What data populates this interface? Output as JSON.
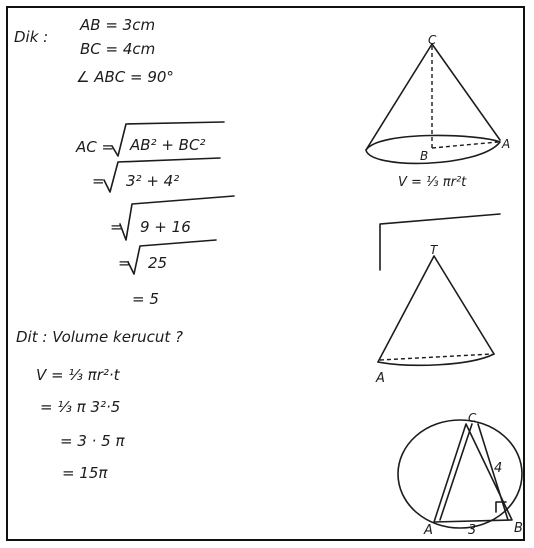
{
  "given": {
    "label": "Dik :",
    "ab": "AB = 3cm",
    "bc": "BC = 4cm",
    "angle": "∠ ABC = 90°"
  },
  "solution": {
    "ac_prefix": "AC =",
    "ac_radicand": "AB² + BC²",
    "step2_prefix": "=",
    "step2_radicand": "3² + 4²",
    "step3_prefix": "=",
    "step3_radicand": "9 + 16",
    "step4_prefix": "=",
    "step4_radicand": "25",
    "step5": "= 5"
  },
  "question": {
    "label": "Dit : Volume kerucut ?",
    "formula": "V = ⅓ πr²·t",
    "sub": "= ⅓ π 3²·5",
    "step": "= 3 · 5 π",
    "answer": "= 15π"
  },
  "figures": {
    "cone1_apex": "C",
    "cone1_base": "B",
    "cone1_edge": "A",
    "cone1_formula": "V = ⅓ πr²t",
    "cone2_apex": "T",
    "cone2_edge": "A",
    "tri_apex": "C",
    "tri_a": "A",
    "tri_b": "B",
    "tri_side_ab": "3",
    "tri_side_bc": "4"
  }
}
